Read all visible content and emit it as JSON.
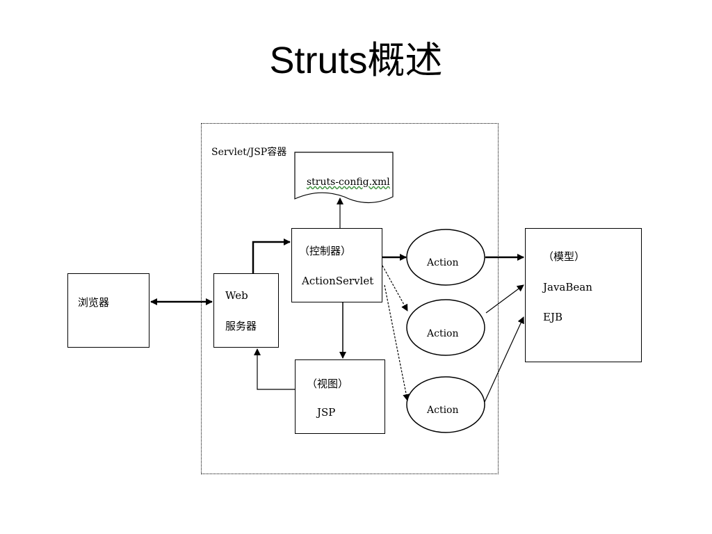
{
  "title": "Struts概述",
  "container": {
    "label": "Servlet/JSP容器"
  },
  "config_file": {
    "label": "struts-config.xml"
  },
  "browser": {
    "label": "浏览器"
  },
  "web_server": {
    "line1": "Web",
    "line2": "服务器"
  },
  "controller": {
    "role": "（控制器）",
    "name": "ActionServlet"
  },
  "view": {
    "role": "（视图）",
    "name": "JSP"
  },
  "actions": [
    "Action",
    "Action",
    "Action"
  ],
  "model": {
    "role": "（模型）",
    "line1": "JavaBean",
    "line2": "EJB"
  }
}
